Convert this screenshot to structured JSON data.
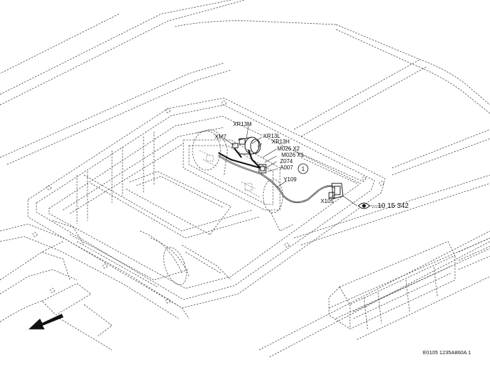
{
  "callouts": {
    "xr13m": "XR13M",
    "xm7": "XM7",
    "xr13l": "XR13L",
    "xr13h": "XR13H",
    "m026x2": "M026 X2",
    "m026x1": "M026 X1",
    "z074": "Z074",
    "a007": "A007",
    "y109": "Y109",
    "x105": "X105"
  },
  "marker": "1",
  "reference": "...10 15 342",
  "figure_code": "E0105 1235A860A 1",
  "icons": [
    "view-eye-icon",
    "direction-arrow-icon"
  ]
}
